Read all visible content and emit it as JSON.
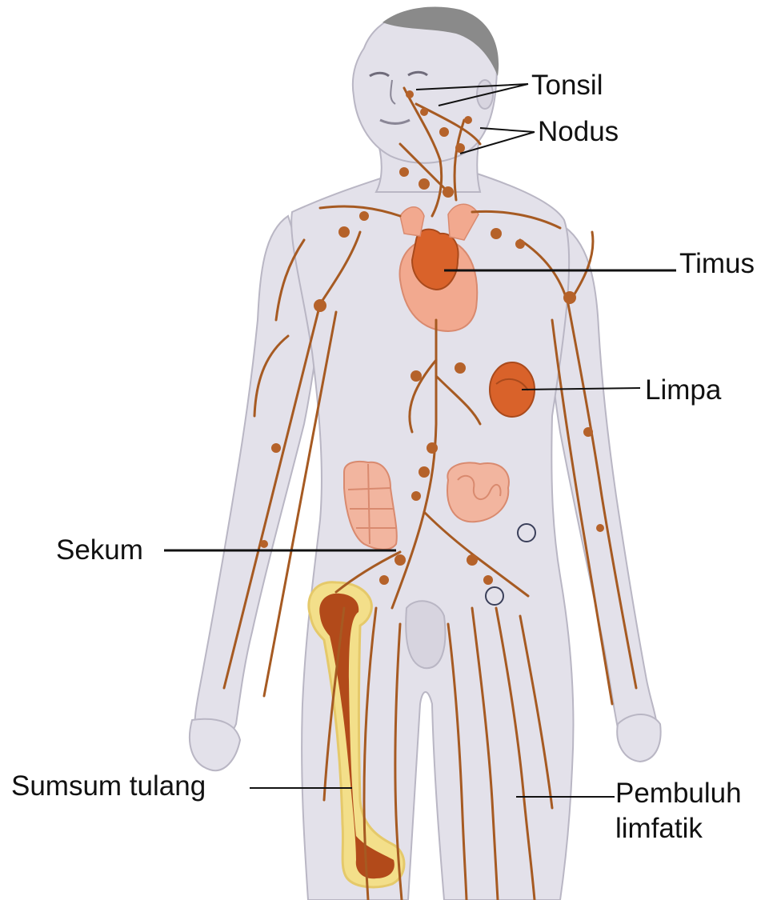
{
  "labels": {
    "tonsil": "Tonsil",
    "nodus": "Nodus",
    "timus": "Timus",
    "limpa": "Limpa",
    "sekum": "Sekum",
    "sumsum_tulang": "Sumsum tulang",
    "pembuluh_line1": "Pembuluh",
    "pembuluh_line2": "limfatik"
  },
  "colors": {
    "lymph_vessel": "#a65a22",
    "node": "#b5622a",
    "organ": "#d9622a",
    "organ_light": "#f2a98f",
    "skin": "#e3e1ea",
    "skin_outline": "#b9b6c4",
    "hair": "#8a8a8a",
    "bone_marrow": "#b24a1a",
    "bone_shell": "#f3df8a",
    "leader_line": "#111111"
  }
}
